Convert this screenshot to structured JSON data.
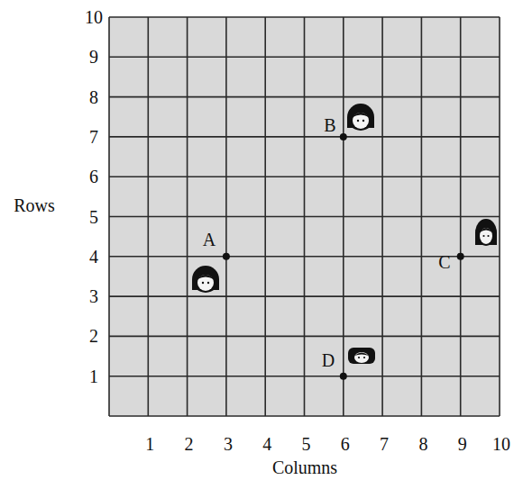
{
  "diagram": {
    "labels": [
      "10",
      "9",
      "8",
      "7",
      "6",
      "5",
      "4",
      "3",
      "2",
      "1",
      "Rows",
      "1",
      "2",
      "3",
      "4",
      "5",
      "6",
      "7",
      "8",
      "9",
      "10",
      "Columns",
      "A",
      "B",
      "C",
      "D"
    ]
  }
}
